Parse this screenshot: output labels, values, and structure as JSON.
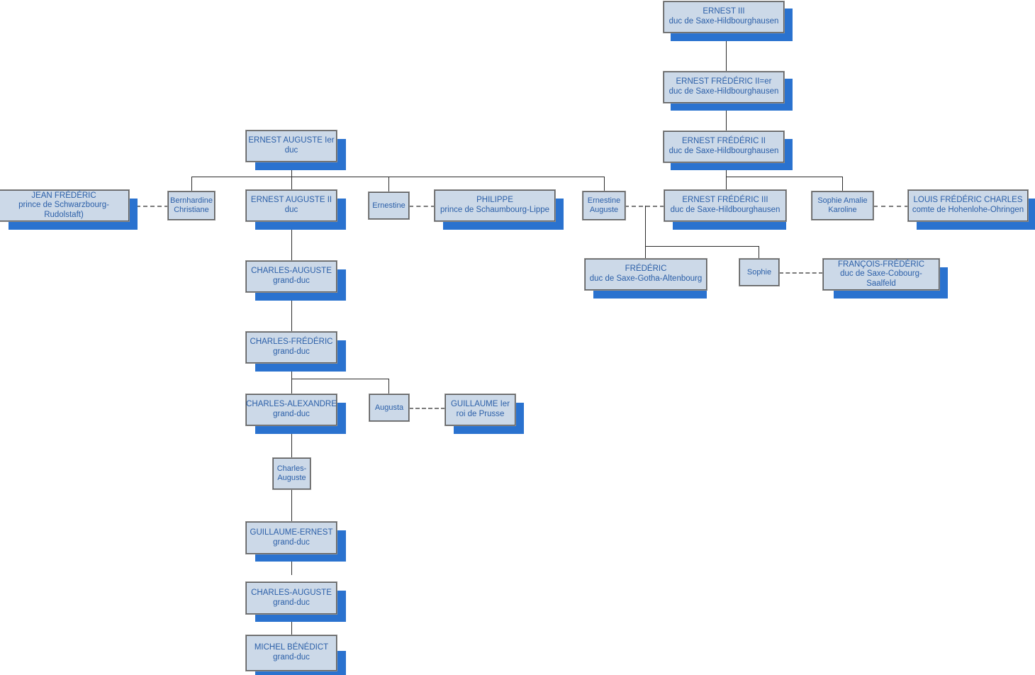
{
  "diagram": {
    "title": "Genealogie des ducs de Saxe-Hildbourghausen et grands-ducs",
    "colors": {
      "node_fill": "#ccd9e8",
      "node_border": "#5a5a5a",
      "node_text": "#2b5fa8",
      "shadow": "#2a72cf",
      "line": "#2b2b2b",
      "dashed_line": "#7a7a7a",
      "background": "#ffffff"
    },
    "nodes": [
      {
        "id": "ernest3",
        "line1": "ERNEST III",
        "line2": "duc  de Saxe-Hildbourghausen"
      },
      {
        "id": "ef2er",
        "line1": "ERNEST FRÉDÉRIC II=er",
        "line2": "duc de Saxe-Hildbourghausen"
      },
      {
        "id": "ef2",
        "line1": "ERNEST FRÉDÉRIC II",
        "line2": "duc de Saxe-Hildbourghausen"
      },
      {
        "id": "ernestaug1",
        "line1": "ERNEST AUGUSTE Ier",
        "line2": "duc"
      },
      {
        "id": "jeanfrederic",
        "line1": "JEAN FRÉDÉRIC",
        "line2": "prince de Schwarzbourg-Rudolstaft)"
      },
      {
        "id": "bernhardine",
        "line1": "Bernhardine",
        "line2": "Christiane"
      },
      {
        "id": "ernestaug2",
        "line1": "ERNEST AUGUSTE II",
        "line2": "duc"
      },
      {
        "id": "ernestine",
        "line1": "Ernestine",
        "line2": ""
      },
      {
        "id": "philippe",
        "line1": "PHILIPPE",
        "line2": "prince de Schaumbourg-Lippe"
      },
      {
        "id": "ernestineaug",
        "line1": "Ernestine",
        "line2": "Auguste"
      },
      {
        "id": "ef3",
        "line1": "ERNEST FRÉDÉRIC III",
        "line2": "duc de Saxe-Hildbourghausen"
      },
      {
        "id": "sophieamalie",
        "line1": "Sophie Amalie",
        "line2": "Karoline"
      },
      {
        "id": "louisfc",
        "line1": "LOUIS FRÉDÉRIC CHARLES",
        "line2": "comte de Hohenlohe-Ohringen"
      },
      {
        "id": "frederic",
        "line1": "FRÉDÉRIC",
        "line2": "duc de Saxe-Gotha-Altenbourg"
      },
      {
        "id": "sophie",
        "line1": "Sophie",
        "line2": ""
      },
      {
        "id": "francoisfred",
        "line1": "FRANÇOIS-FRÉDÉRIC",
        "line2": "duc de Saxe-Cobourg-Saalfeld"
      },
      {
        "id": "charlesaug1",
        "line1": "CHARLES-AUGUSTE",
        "line2": "grand-duc"
      },
      {
        "id": "charlesfred",
        "line1": "CHARLES-FRÉDÉRIC",
        "line2": "grand-duc"
      },
      {
        "id": "charlesalex",
        "line1": "CHARLES-ALEXANDRE",
        "line2": "grand-duc"
      },
      {
        "id": "augusta",
        "line1": "Augusta",
        "line2": ""
      },
      {
        "id": "guillaume1",
        "line1": "GUILLAUME Ier",
        "line2": "roi de Prusse"
      },
      {
        "id": "charlesaugsm",
        "line1": "Charles-",
        "line2": "Auguste"
      },
      {
        "id": "guillaumeern",
        "line1": "GUILLAUME-ERNEST",
        "line2": "grand-duc"
      },
      {
        "id": "charlesaug2",
        "line1": "CHARLES-AUGUSTE",
        "line2": "grand-duc"
      },
      {
        "id": "michelben",
        "line1": "MICHEL BÉNÉDICT",
        "line2": "grand-duc"
      }
    ]
  }
}
